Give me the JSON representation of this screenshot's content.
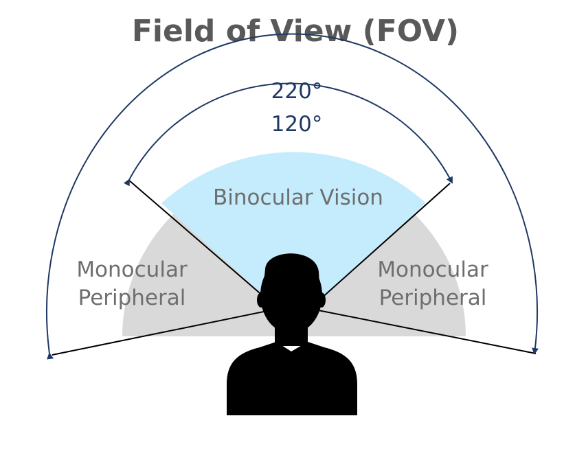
{
  "title": "Field of View (FOV)",
  "angles": {
    "outer": "220°",
    "inner": "120°"
  },
  "zones": {
    "binocular": "Binocular Vision",
    "left_line1": "Monocular",
    "left_line2": "Peripheral",
    "right_line1": "Monocular",
    "right_line2": "Peripheral"
  },
  "colors": {
    "binocular_fill": "#c4ecfc",
    "peripheral_fill": "#d9d9d9",
    "arrow": "#1f3864",
    "silhouette": "#000000"
  },
  "icons": {
    "viewer": "person-silhouette-icon"
  }
}
